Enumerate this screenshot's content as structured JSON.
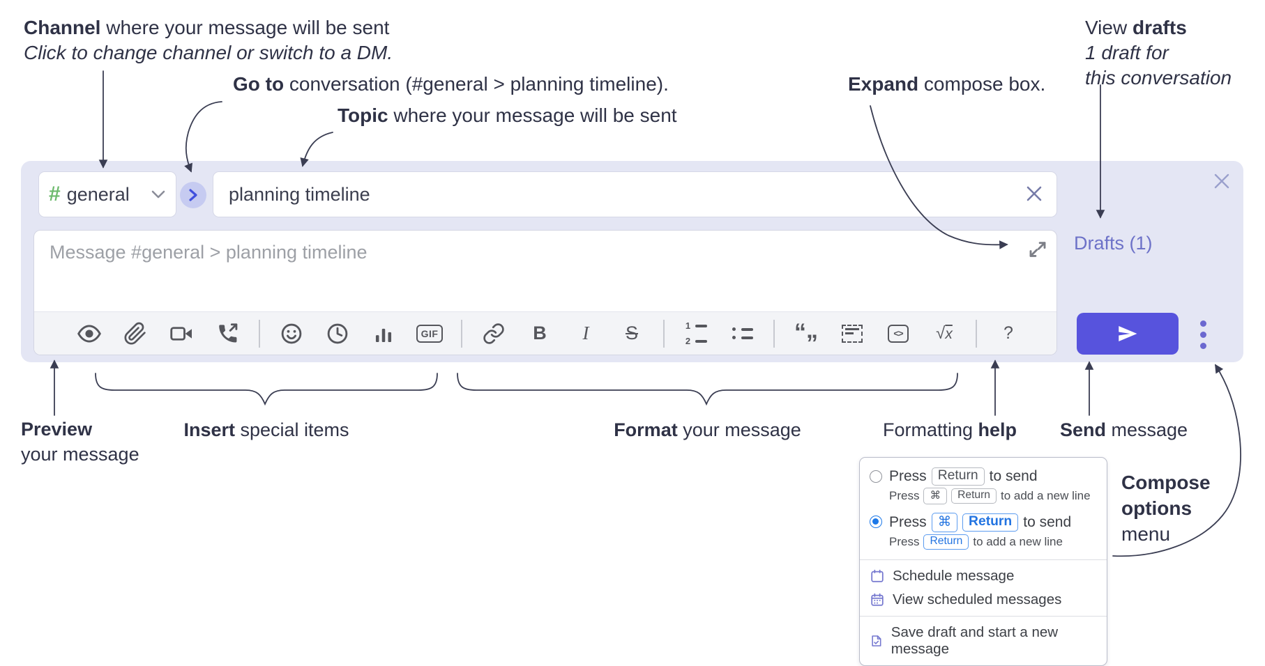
{
  "annotations": {
    "channel_bold": "Channel",
    "channel_rest": " where your message will be sent",
    "channel_line2": "Click to change channel or switch to a DM.",
    "goto_bold": "Go to",
    "goto_rest": " conversation (#general > planning timeline).",
    "topic_bold": "Topic",
    "topic_rest": " where your message will be sent",
    "expand_bold": "Expand",
    "expand_rest": " compose box.",
    "drafts_line1_pre": "View ",
    "drafts_line1_bold": "drafts",
    "drafts_line2": "1 draft for",
    "drafts_line3": "this conversation",
    "preview_bold": "Preview",
    "preview_line2": "your message",
    "insert_bold": "Insert",
    "insert_rest": " special items",
    "format_bold": "Format",
    "format_rest": " your message",
    "formatting_pre": "Formatting ",
    "formatting_bold": "help",
    "send_bold": "Send",
    "send_rest": " message",
    "compose_opts_line1": "Compose",
    "compose_opts_line2": "options",
    "compose_opts_line3": "menu"
  },
  "compose": {
    "channel_hash": "#",
    "channel_name": "general",
    "topic_value": "planning timeline",
    "message_placeholder": "Message #general > planning timeline",
    "drafts_link": "Drafts (1)"
  },
  "toolbar": {
    "icon_names": [
      "preview-eye",
      "attach-paperclip",
      "video-call",
      "voice-call",
      "emoji-smiley",
      "time-clock",
      "poll-chart",
      "gif",
      "link",
      "bold",
      "italic",
      "strikethrough",
      "numbered-list",
      "bulleted-list",
      "quote",
      "spoiler",
      "code",
      "math",
      "help"
    ],
    "gif_label": "GIF",
    "bold_label": "B",
    "italic_label": "I",
    "strike_label": "S",
    "num1": "1",
    "num2": "2",
    "quote_open": "“",
    "quote_close": "”",
    "sqrt_sign": "√",
    "sqrt_x": "x",
    "help_label": "?"
  },
  "popup": {
    "option1": {
      "pre": "Press",
      "key1": "Return",
      "post": "to send",
      "sub_pre": "Press",
      "sub_key1": "⌘",
      "sub_key2": "Return",
      "sub_post": "to add a new line"
    },
    "option2": {
      "pre": "Press",
      "key1": "⌘",
      "key2": "Return",
      "post": "to send",
      "sub_pre": "Press",
      "sub_key1": "Return",
      "sub_post": "to add a new line"
    },
    "items": {
      "0": "Schedule message",
      "1": "View scheduled messages",
      "2": "Save draft and start a new message"
    }
  },
  "colors": {
    "compose_bg": "#e4e6f4",
    "accent_indigo": "#5753dd",
    "drafts_link": "#6d72c8",
    "hash_green": "#6cba6c",
    "popup_blue": "#2374e1",
    "toolbar_icon": "#55565c"
  }
}
